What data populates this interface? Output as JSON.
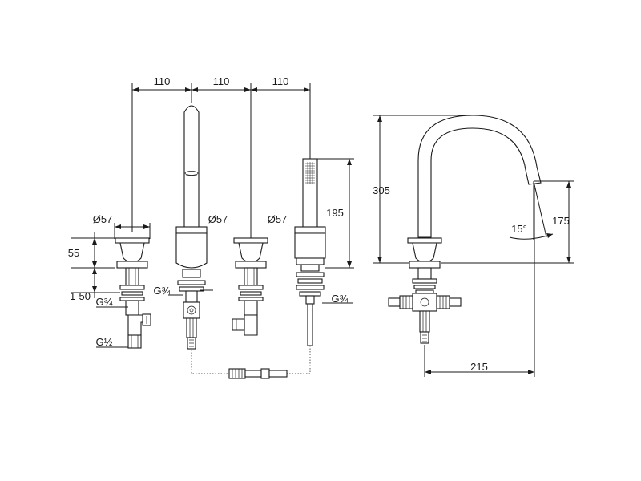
{
  "dimensions": {
    "spacing_1": "110",
    "spacing_2": "110",
    "spacing_3": "110",
    "dia_left": "Ø57",
    "dia_spout": "Ø57",
    "dia_handle": "Ø57",
    "height_55": "55",
    "range_1_50": "1-50",
    "thread_g34_left": "G¾",
    "thread_g12": "G½",
    "thread_g34_spout": "G¾",
    "thread_g34_shower": "G¾",
    "height_195": "195",
    "height_305": "305",
    "height_175": "175",
    "angle_15": "15°",
    "reach_215": "215"
  }
}
